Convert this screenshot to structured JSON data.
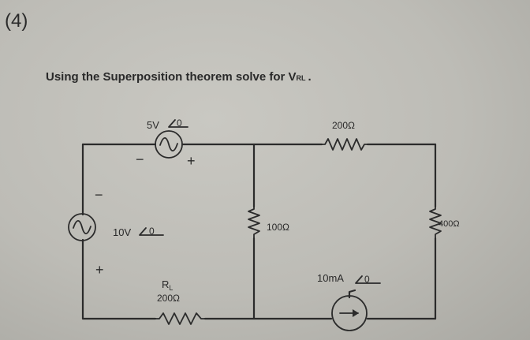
{
  "problem_number": "(4)",
  "question": "Using the Superposition theorem solve for V",
  "question_subscript": "RL",
  "question_end": ".",
  "sources": {
    "v1": {
      "value": "5V",
      "angle": "0",
      "minus": "−",
      "plus": "+"
    },
    "v2": {
      "value": "10V",
      "angle": "0",
      "minus": "−",
      "plus": "+"
    },
    "i1": {
      "value": "10mA",
      "angle": "0"
    }
  },
  "resistors": {
    "r_top": "200Ω",
    "r_mid": "100Ω",
    "r_right": "400Ω",
    "rl_name": "R",
    "rl_sub": "L",
    "rl_value": "200Ω"
  }
}
